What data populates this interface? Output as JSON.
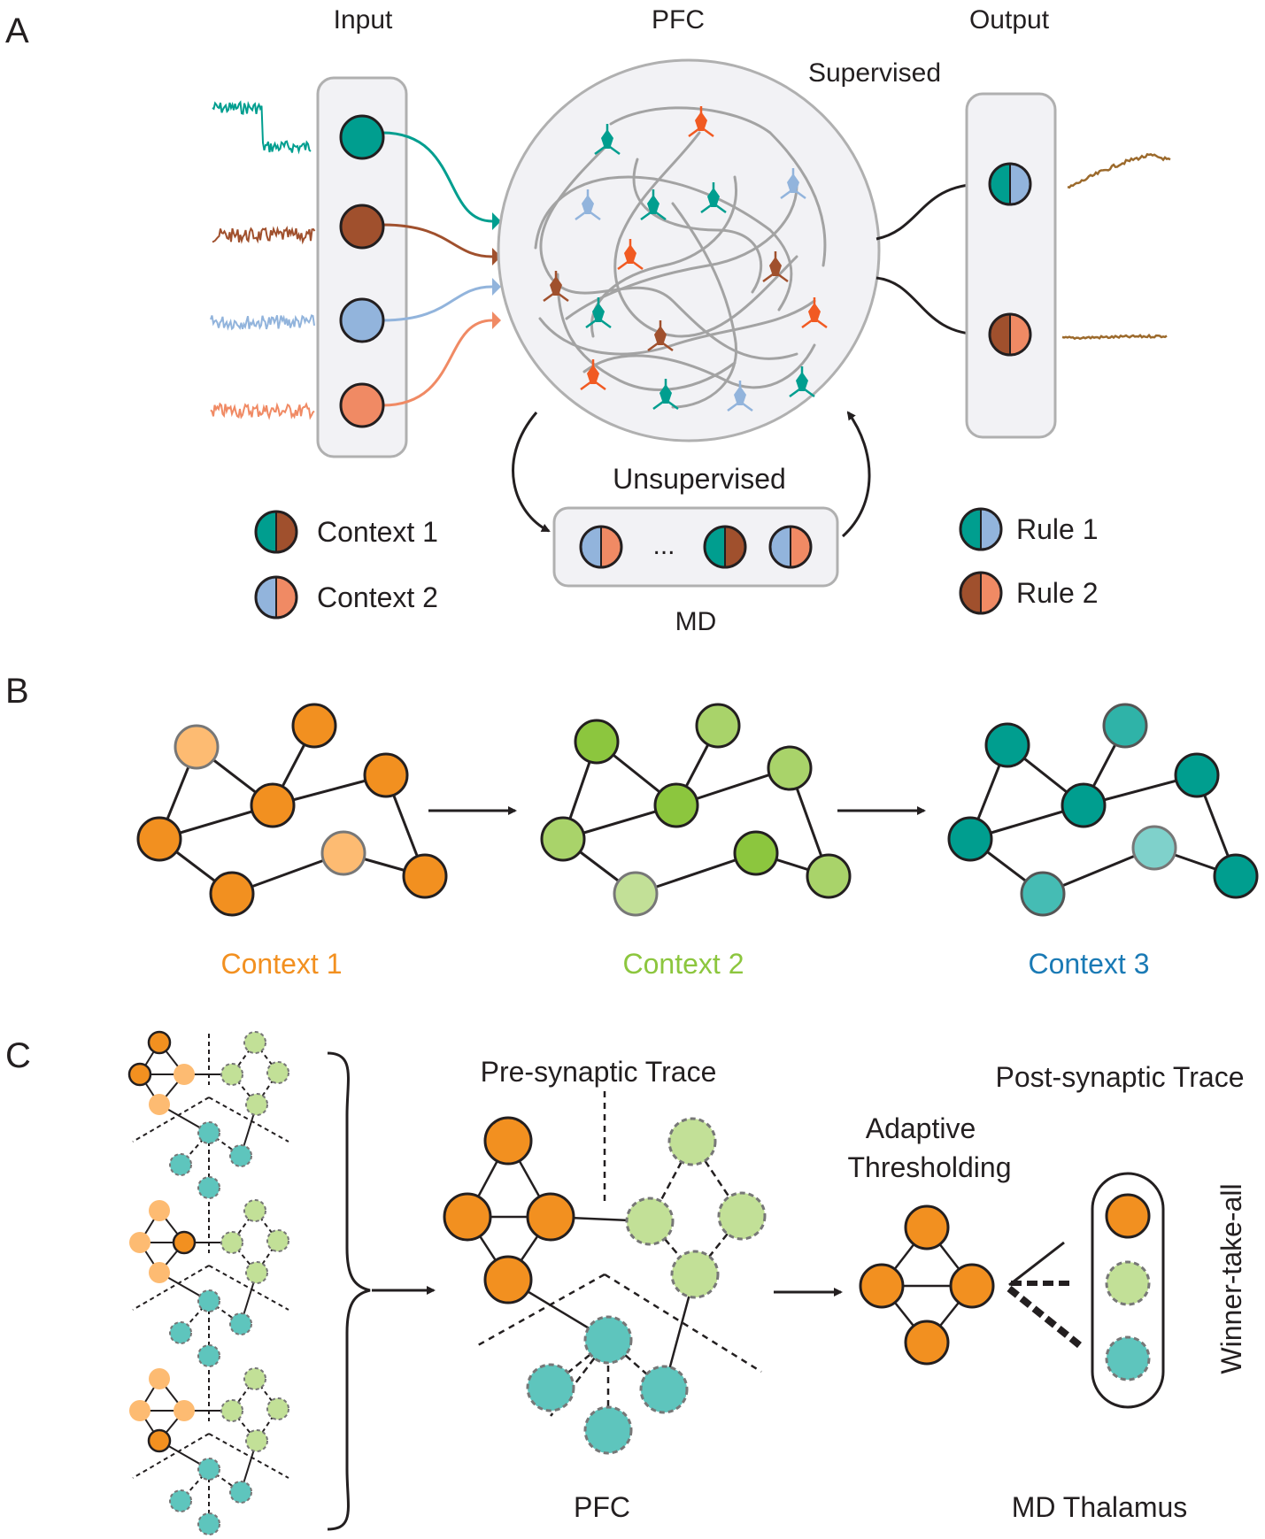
{
  "colors": {
    "teal": "#009e8f",
    "brown": "#a0502d",
    "lightblue": "#92b4dc",
    "salmon": "#f08a64",
    "orange": "#f29020",
    "light_orange": "#fdbb72",
    "green": "#8cc63e",
    "light_green": "#c2e097",
    "cyan": "#5ec5bd",
    "output_trace": "#9c6a2c",
    "pfc_neuron_orange": "#f15a22"
  },
  "panel_a": {
    "letter": "A",
    "input_title": "Input",
    "pfc_title": "PFC",
    "output_title": "Output",
    "supervised": "Supervised",
    "unsupervised": "Unsupervised",
    "md_label": "MD",
    "md_ellipsis": "...",
    "legend_context": [
      {
        "label": "Context 1",
        "left": "teal",
        "right": "brown"
      },
      {
        "label": "Context 2",
        "left": "lightblue",
        "right": "salmon"
      }
    ],
    "legend_rule": [
      {
        "label": "Rule 1",
        "left": "teal",
        "right": "lightblue"
      },
      {
        "label": "Rule 2",
        "left": "brown",
        "right": "salmon"
      }
    ]
  },
  "panel_b": {
    "letter": "B",
    "contexts": [
      {
        "label": "Context 1",
        "color": "#f29020"
      },
      {
        "label": "Context 2",
        "color": "#8cc63e"
      },
      {
        "label": "Context 3",
        "color": "#1a7ab5"
      }
    ]
  },
  "panel_c": {
    "letter": "C",
    "pre_trace": "Pre-synaptic Trace",
    "post_trace": "Post-synaptic Trace",
    "adaptive_1": "Adaptive",
    "adaptive_2": "Thresholding",
    "wta": "Winner-take-all",
    "pfc_label": "PFC",
    "md_thalamus": "MD Thalamus"
  }
}
